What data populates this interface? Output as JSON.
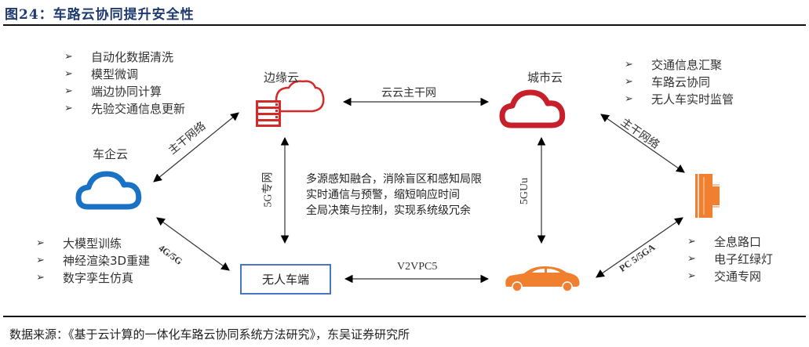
{
  "figure": {
    "title": "图24：车路云协同提升安全性",
    "source": "数据来源：《基于云计算的一体化车路云协同系统方法研究》，东吴证券研究所"
  },
  "nodes": {
    "edge_cloud": {
      "label": "边缘云",
      "icon": "server-cloud-icon",
      "color": "#d32a2a"
    },
    "city_cloud": {
      "label": "城市云",
      "icon": "cloud-icon",
      "color": "#c8202a"
    },
    "oem_cloud": {
      "label": "车企云",
      "icon": "cloud-icon",
      "color": "#1a72c4"
    },
    "autonomous_terminal": {
      "label": "无人车端",
      "border_color": "#4a74c4"
    },
    "vehicle": {
      "icon": "car-icon",
      "color": "#f08030"
    },
    "roadside": {
      "icon": "road-intersection-icon",
      "color": "#f08030"
    }
  },
  "lists": {
    "edge_cloud_functions": [
      "自动化数据清洗",
      "模型微调",
      "端边协同计算",
      "先验交通信息更新"
    ],
    "city_cloud_functions": [
      "交通信息汇聚",
      "车路云协同",
      "无人车实时监管"
    ],
    "oem_cloud_functions": [
      "大模型训练",
      "神经渲染3D重建",
      "数字孪生仿真"
    ],
    "roadside_functions": [
      "全息路口",
      "电子红绿灯",
      "交通专网"
    ]
  },
  "bullet_marker": "➢",
  "links": {
    "cloud_backbone": "云云主干网",
    "oem_edge_backbone": "主干网络",
    "city_roadside_backbone": "主干网络",
    "edge_terminal": "5G专网",
    "city_vehicle": "5GUu",
    "oem_terminal": "4G/5G",
    "terminal_vehicle": "V2VPC5",
    "vehicle_roadside": "PC 5/5GA"
  },
  "center_text": [
    "多源感知融合，消除盲区和感知局限",
    "实时通信与预警，缩短响应时间",
    "全局决策与控制，实现系统级冗余"
  ]
}
